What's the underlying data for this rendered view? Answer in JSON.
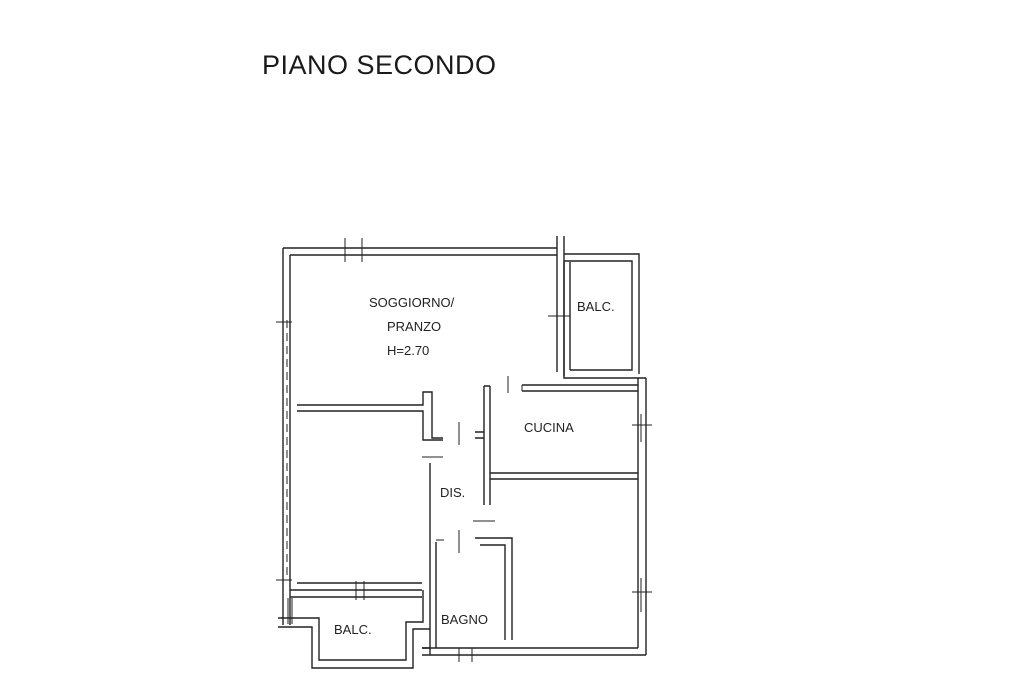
{
  "title": "PIANO SECONDO",
  "rooms": {
    "soggiorno_line1": "SOGGIORNO/",
    "soggiorno_line2": "PRANZO",
    "soggiorno_height": "H=2.70",
    "balcone_top": "BALC.",
    "cucina": "CUCINA",
    "disimpegno": "DIS.",
    "bagno": "BAGNO",
    "balcone_bottom": "BALC."
  },
  "colors": {
    "line": "#222222",
    "background": "#ffffff"
  }
}
